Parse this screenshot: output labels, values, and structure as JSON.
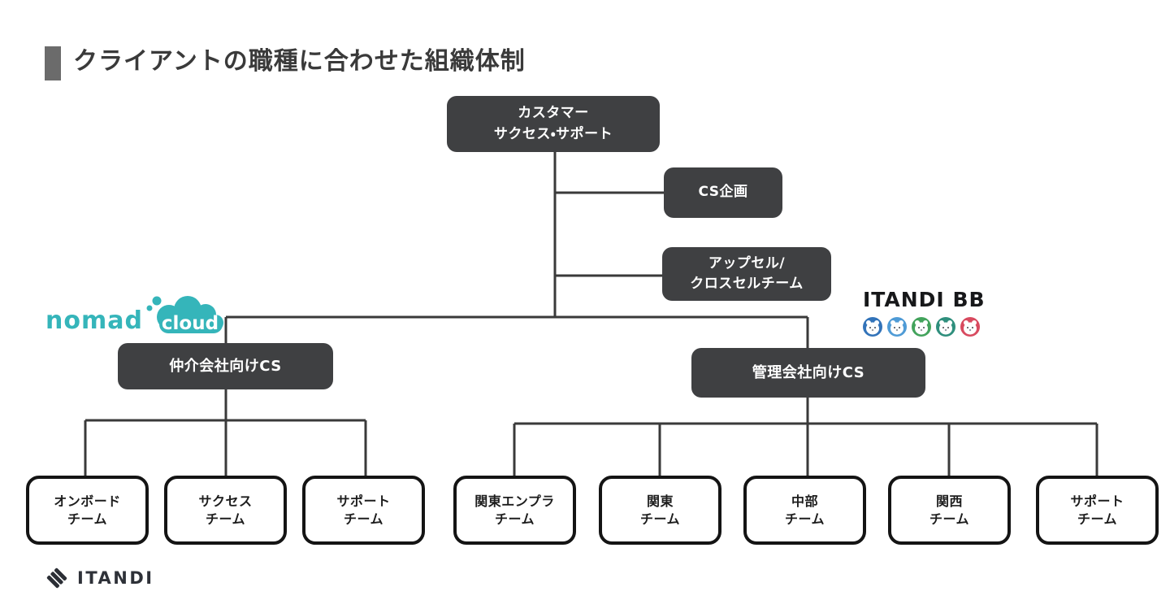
{
  "title": {
    "text": "クライアントの職種に合わせた組織体制"
  },
  "org": {
    "root": {
      "line1": "カスタマー",
      "line2": "サクセス・サポート"
    },
    "cs_planning": {
      "label": "CS企画"
    },
    "upsell": {
      "line1": "アップセル/",
      "line2": "クロスセルチーム"
    },
    "broker_cs": {
      "label": "仲介会社向けCS"
    },
    "management_cs": {
      "label": "管理会社向けCS"
    },
    "broker_teams": [
      {
        "line1": "オンボード",
        "line2": "チーム"
      },
      {
        "line1": "サクセス",
        "line2": "チーム"
      },
      {
        "line1": "サポート",
        "line2": "チーム"
      }
    ],
    "management_teams": [
      {
        "line1": "関東エンプラ",
        "line2": "チーム"
      },
      {
        "line1": "関東",
        "line2": "チーム"
      },
      {
        "line1": "中部",
        "line2": "チーム"
      },
      {
        "line1": "関西",
        "line2": "チーム"
      },
      {
        "line1": "サポート",
        "line2": "チーム"
      }
    ]
  },
  "logos": {
    "nomad_cloud": {
      "word1": "nomad",
      "word2": "cloud",
      "color": "#35b5ba"
    },
    "itandi_bb": {
      "text": "ITANDI BB",
      "mascot_colors": [
        "#3273b9",
        "#4f9bd6",
        "#43a35c",
        "#2f8f7d",
        "#d84a5f"
      ]
    },
    "itandi": {
      "text": "ITANDI"
    }
  },
  "colors": {
    "node_bg": "#3f4042",
    "connector": "#3a3a3a",
    "team_border": "#141414",
    "title_bar": "#6b6b6b"
  }
}
